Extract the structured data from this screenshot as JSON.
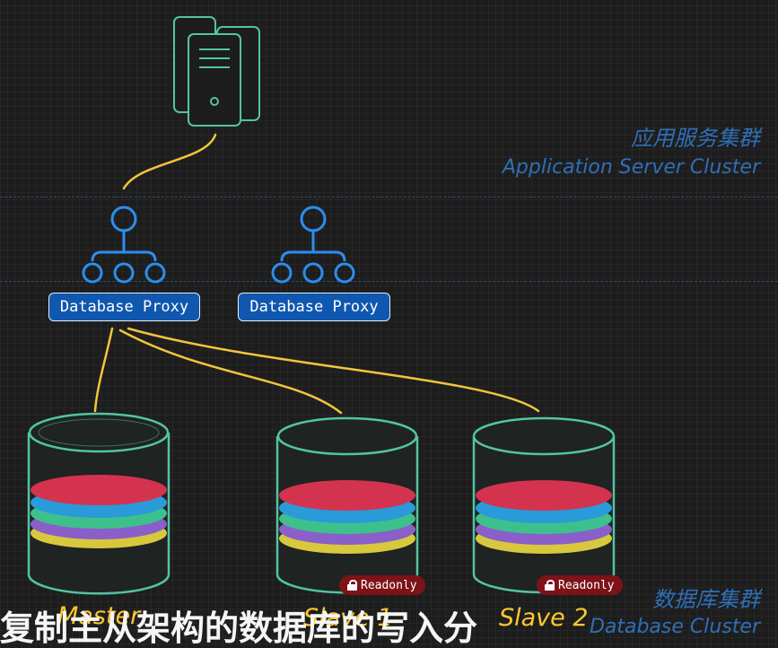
{
  "zones": {
    "app_cn": "应用服务集群",
    "app_en": "Application Server Cluster",
    "db_cn": "数据库集群",
    "db_en": "Database Cluster"
  },
  "proxies": [
    {
      "label": "Database Proxy"
    },
    {
      "label": "Database Proxy"
    }
  ],
  "databases": [
    {
      "label": "Master",
      "readonly_badge": ""
    },
    {
      "label": "Slave 1",
      "readonly_badge": "Readonly"
    },
    {
      "label": "Slave 2",
      "readonly_badge": "Readonly"
    }
  ],
  "caption": "复制主从架构的数据库的写入分",
  "colors": {
    "background": "#1d1d1d",
    "connector": "#f2c53d",
    "outline": "#52c4a4",
    "proxy_icon": "#2b8ef0",
    "proxy_badge": "#1057b0",
    "zone_label": "#2f6fb8",
    "db_label": "#ffc92e",
    "readonly_badge": "#7e1219",
    "db_layers": [
      "#d4334f",
      "#2a9ad9",
      "#3ec08c",
      "#8a5fc9",
      "#d8c83e"
    ]
  },
  "icons": {
    "server": "server-rack-icon",
    "proxy": "network-hierarchy-icon",
    "database": "database-cylinder-icon",
    "lock": "lock-icon"
  }
}
